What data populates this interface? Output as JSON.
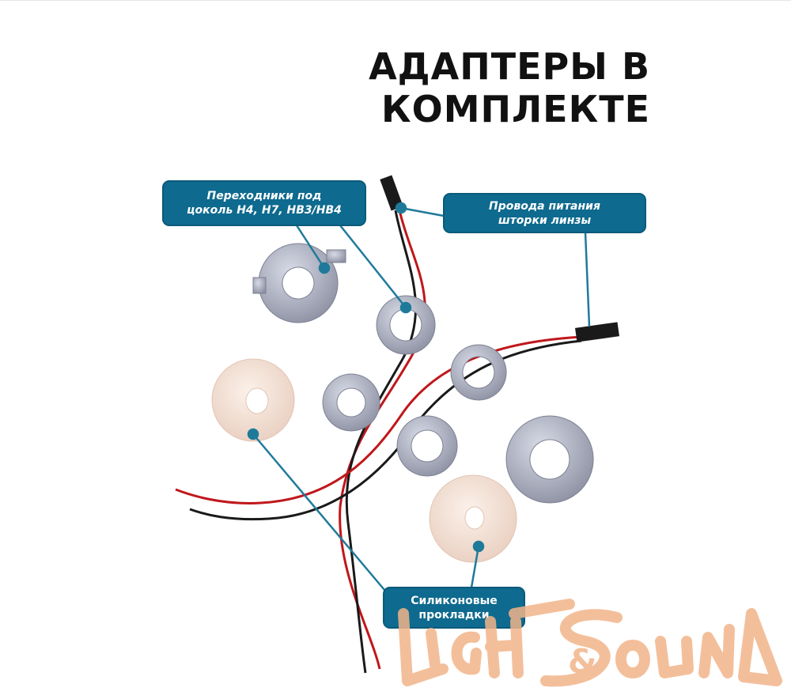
{
  "title": {
    "line1": "АДАПТЕРЫ В",
    "line2": "КОМПЛЕКТЕ"
  },
  "callouts": {
    "adapters": {
      "line1": "Переходники под",
      "line2": "цоколь H4, H7, HB3/HB4"
    },
    "wires": {
      "line1": "Провода питания",
      "line2": "шторки линзы"
    },
    "gaskets": {
      "line1": "Силиконовые",
      "line2": "прокладки"
    }
  },
  "watermark": {
    "text": "Light & Sound"
  },
  "colors": {
    "callout": "#0e6a8e",
    "leader": "#1f7a9a",
    "watermark": "#f2b48a",
    "wire_red": "#c0171b",
    "wire_black": "#1a1a1a"
  }
}
